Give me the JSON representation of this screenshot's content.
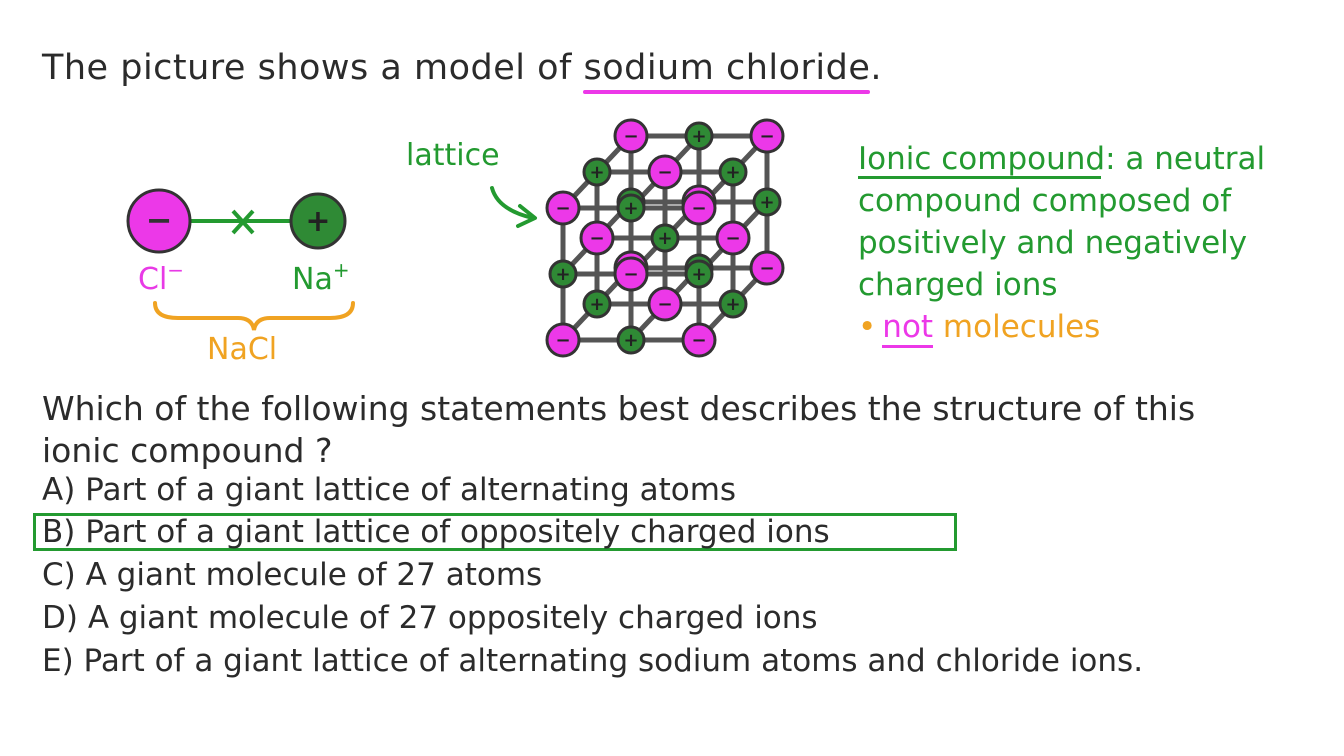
{
  "title": {
    "prefix": "The picture shows a model of ",
    "highlight": "sodium chloride",
    "suffix": "."
  },
  "ion_pair": {
    "anion_label": "Cl",
    "anion_charge": "−",
    "cation_label": "Na",
    "cation_charge": "+",
    "formula_label": "NaCl",
    "anion_symbol": "−",
    "cation_symbol": "+"
  },
  "lattice_label": "lattice",
  "definition": {
    "term": "Ionic compound",
    "line1_rest": ": a neutral",
    "line2": "compound composed of",
    "line3": "positively and negatively",
    "line4": "charged ions",
    "note_bullet": "•",
    "note_not": "not",
    "note_rest": " molecules"
  },
  "question": {
    "line1": "Which of the following statements best describes the structure of this",
    "line2": "ionic compound ?"
  },
  "options": {
    "a": "A) Part of a giant  lattice of alternating atoms",
    "b": "B) Part of a giant lattice of oppositely charged ions",
    "c": "C) A giant molecule of 27 atoms",
    "d": "D) A giant molecule of 27 oppositely charged ions",
    "e": "E) Part of a giant lattice of alternating sodium atoms and chloride ions."
  },
  "selected_option": "b",
  "colors": {
    "chloride": "#ec38e8",
    "sodium": "#2f8a35",
    "bond": "#239a30",
    "accent_orange": "#f0a322",
    "lattice_lines": "#555555",
    "text": "#2b2b2b"
  }
}
